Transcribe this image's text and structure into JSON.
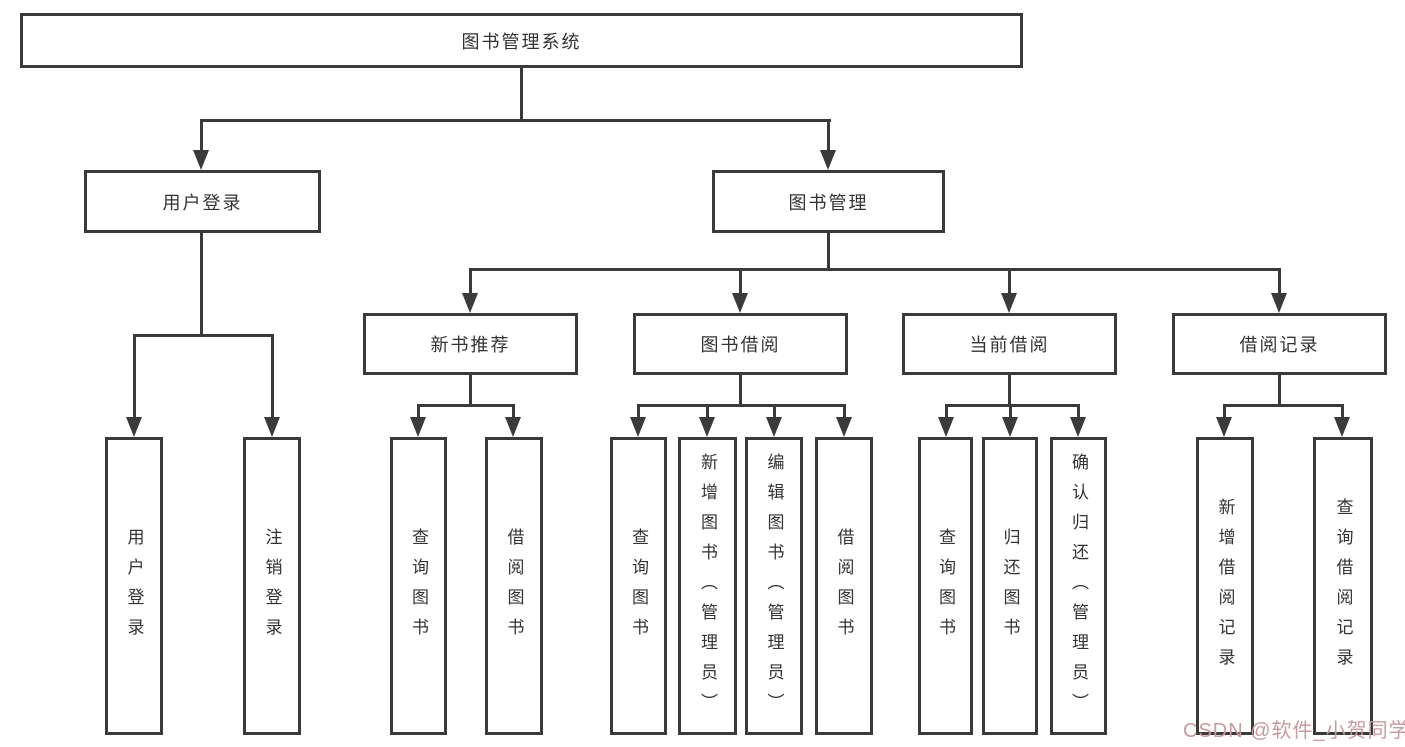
{
  "diagram": {
    "root": {
      "label": "图书管理系统"
    },
    "branches": [
      {
        "label": "用户登录",
        "children": [
          {
            "label": "用户登录"
          },
          {
            "label": "注销登录"
          }
        ]
      },
      {
        "label": "图书管理",
        "children": [
          {
            "label": "新书推荐",
            "children": [
              {
                "label": "查询图书"
              },
              {
                "label": "借阅图书"
              }
            ]
          },
          {
            "label": "图书借阅",
            "children": [
              {
                "label": "查询图书"
              },
              {
                "label": "新增图书（管理员）"
              },
              {
                "label": "编辑图书（管理员）"
              },
              {
                "label": "借阅图书"
              }
            ]
          },
          {
            "label": "当前借阅",
            "children": [
              {
                "label": "查询图书"
              },
              {
                "label": "归还图书"
              },
              {
                "label": "确认归还（管理员）"
              }
            ]
          },
          {
            "label": "借阅记录",
            "children": [
              {
                "label": "新增借阅记录"
              },
              {
                "label": "查询借阅记录"
              }
            ]
          }
        ]
      }
    ]
  },
  "watermark": {
    "text": "CSDN @软件_小贺同学"
  },
  "colors": {
    "line": "#3a3a3a",
    "text": "#333333",
    "background": "#ffffff",
    "watermark": "#c99a9d"
  }
}
